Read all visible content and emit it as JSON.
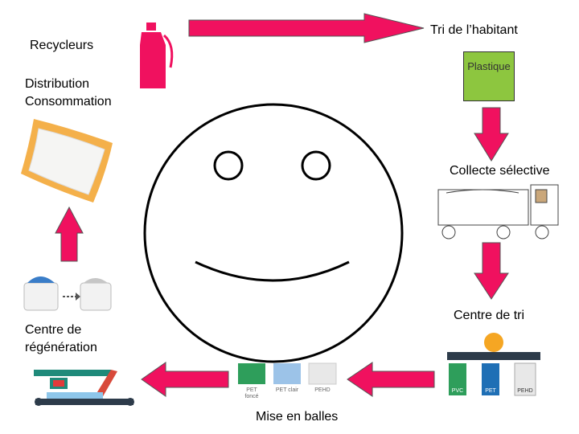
{
  "labels": {
    "tri_habitant": "Tri de l’habitant",
    "recycleurs": "Recycleurs",
    "distribution_line1": "Distribution",
    "distribution_line2": "Consommation",
    "plastique": "Plastique",
    "collecte": "Collecte sélective",
    "centre_tri": "Centre de tri",
    "regeneration_line1": "Centre de",
    "regeneration_line2": "régénération",
    "mise_en_balles": "Mise en balles"
  },
  "bale_labels": [
    "PET foncé",
    "PET clair",
    "PEHD"
  ],
  "bin_labels": [
    "PVC",
    "PET",
    "PEHD"
  ],
  "colors": {
    "arrow": "#f0115f",
    "bottle": "#f0115f",
    "plastique_box": "#8dc63f",
    "bale_green": "#2e9e5b",
    "bale_blue": "#9cc3e8",
    "bale_white": "#e8e8e8"
  }
}
